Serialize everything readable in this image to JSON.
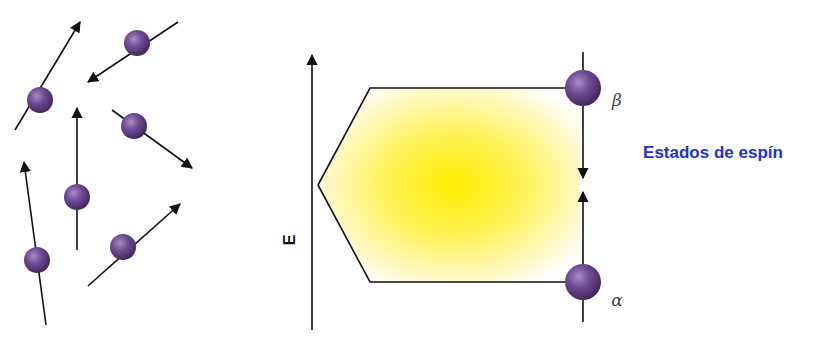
{
  "diagram": {
    "labels": [
      "E",
      "β",
      "α",
      "Estados de espín"
    ]
  }
}
